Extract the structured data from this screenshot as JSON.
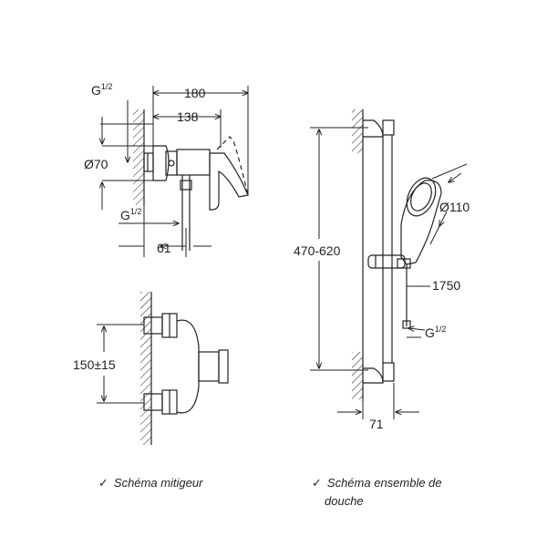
{
  "mixer_top": {
    "thread_top": "G",
    "thread_top_fraction": "1/2",
    "width_total": "180",
    "width_body": "138",
    "diameter": "Ø70",
    "thread_bottom": "G",
    "thread_bottom_fraction": "1/2",
    "offset": "61"
  },
  "mixer_front": {
    "spacing": "150±15"
  },
  "shower_set": {
    "height_range": "470-620",
    "head_diameter": "Ø110",
    "hose_length": "1750",
    "thread": "G",
    "thread_fraction": "1/2",
    "wall_offset": "71"
  },
  "captions": {
    "mixer": "Schéma mitigeur",
    "shower_line1": "Schéma ensemble de",
    "shower_line2": "douche",
    "check_icon": "✓"
  }
}
